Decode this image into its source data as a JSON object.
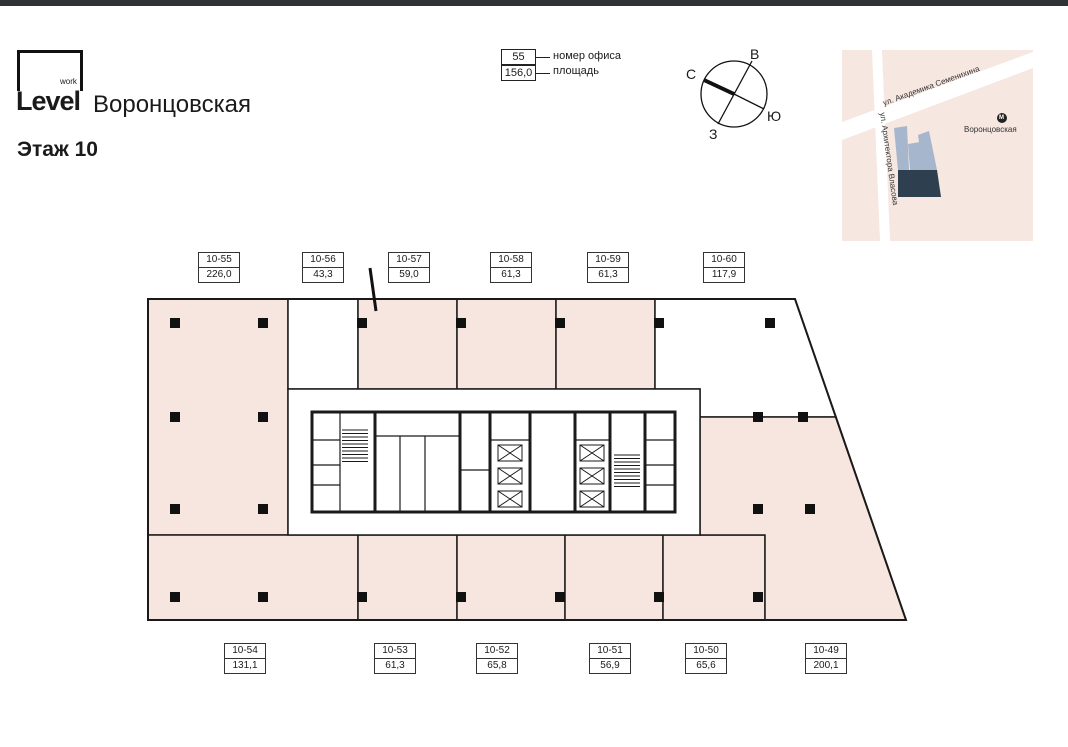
{
  "header": {
    "logo_small": "work",
    "logo_main": "Level",
    "project_name": "Воронцовская",
    "floor_title": "Этаж 10"
  },
  "legend": {
    "sample_number": "55",
    "sample_area": "156,0",
    "number_label": "номер офиса",
    "area_label": "площадь"
  },
  "compass": {
    "north": "С",
    "east": "В",
    "south": "Ю",
    "west": "З"
  },
  "map": {
    "street_1": "ул. Академика Семенихина",
    "street_2": "ул. Архитектора Власова",
    "metro_icon": "М",
    "metro_station": "Воронцовская",
    "colors": {
      "background": "#f6e7e0",
      "building": "#a6b6cc",
      "highlight": "#2e3f50"
    }
  },
  "colors": {
    "occupied": "#f7e6df",
    "free": "#ffffff",
    "wall": "#1a1a1a"
  },
  "offices": [
    {
      "id": "10-55",
      "area": "226,0",
      "fill": "#f7e6df"
    },
    {
      "id": "10-56",
      "area": "43,3",
      "fill": "#ffffff"
    },
    {
      "id": "10-57",
      "area": "59,0",
      "fill": "#f7e6df"
    },
    {
      "id": "10-58",
      "area": "61,3",
      "fill": "#f7e6df"
    },
    {
      "id": "10-59",
      "area": "61,3",
      "fill": "#f7e6df"
    },
    {
      "id": "10-60",
      "area": "117,9",
      "fill": "#ffffff"
    },
    {
      "id": "10-54",
      "area": "131,1",
      "fill": "#f7e6df"
    },
    {
      "id": "10-53",
      "area": "61,3",
      "fill": "#f7e6df"
    },
    {
      "id": "10-52",
      "area": "65,8",
      "fill": "#f7e6df"
    },
    {
      "id": "10-51",
      "area": "56,9",
      "fill": "#f7e6df"
    },
    {
      "id": "10-50",
      "area": "65,6",
      "fill": "#f7e6df"
    },
    {
      "id": "10-49",
      "area": "200,1",
      "fill": "#f7e6df"
    }
  ]
}
